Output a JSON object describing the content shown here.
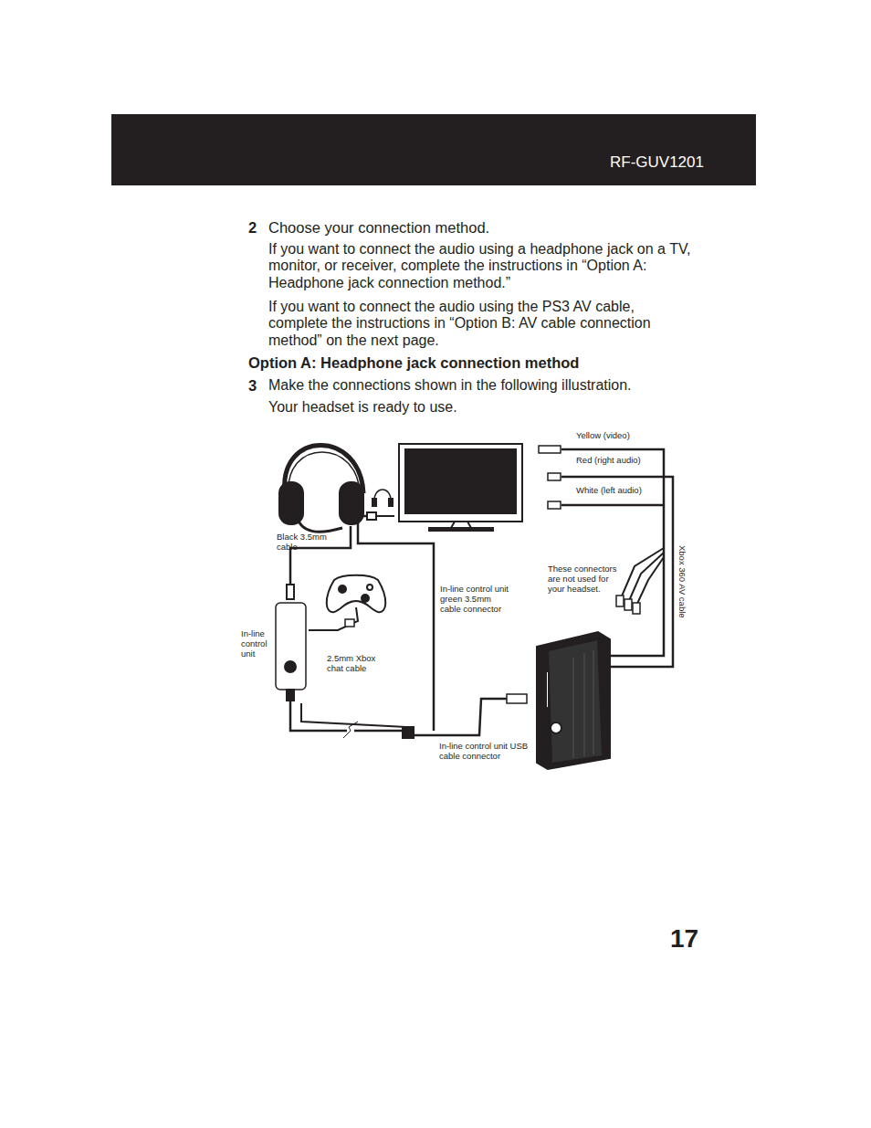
{
  "diagram": {
    "title": "Option A: Headphone jack connection method",
    "labels": [
      "RF-GUV1201",
      "2",
      "Choose your connection method.",
      "If you want to connect the audio using a headphone jack on a TV, monitor, or receiver, complete the instructions in “Option A: Headphone jack connection method.”",
      "If you want to connect the audio using the PS3 AV cable, complete the instructions in “Option B: AV cable connection method” on the next page.",
      "3",
      "Make the connections shown in the following illustration.",
      "Your headset is ready to use.",
      "Yellow (video)",
      "Red (right audio)",
      "White (left audio)",
      "Black 3.5mm cable",
      "These connectors are not used for your headset.",
      "Xbox 360 AV cable",
      "In-line control unit green 3.5mm cable connector",
      "In-line control unit",
      "2.5mm Xbox chat cable",
      "In-line control unit USB cable connector",
      "17"
    ]
  }
}
